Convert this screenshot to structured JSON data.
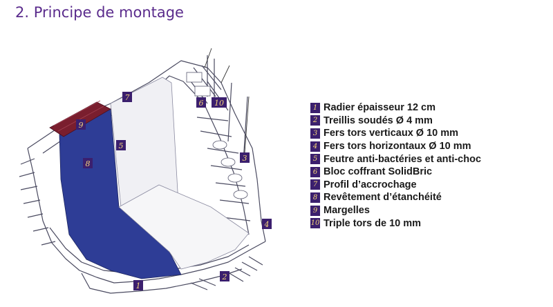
{
  "title": "2. Principe de montage",
  "diagram": {
    "colors": {
      "liner": "#2e3d96",
      "felt": "#f2f2f4",
      "coping": "#7a1e2e",
      "badge": "#3b1f6e",
      "badge_text": "#f2d27a"
    },
    "callouts": [
      "1",
      "2",
      "3",
      "4",
      "5",
      "6",
      "7",
      "8",
      "9",
      "10"
    ]
  },
  "legend": [
    {
      "num": "1",
      "label": "Radier épaisseur 12 cm"
    },
    {
      "num": "2",
      "label": "Treillis soudés Ø 4 mm"
    },
    {
      "num": "3",
      "label": "Fers tors verticaux Ø 10 mm"
    },
    {
      "num": "4",
      "label": "Fers tors horizontaux Ø 10 mm"
    },
    {
      "num": "5",
      "label": "Feutre anti-bactéries et anti-choc"
    },
    {
      "num": "6",
      "label": "Bloc coffrant SolidBric"
    },
    {
      "num": "7",
      "label": "Profil d’accrochage"
    },
    {
      "num": "8",
      "label": "Revêtement d’étanchéité"
    },
    {
      "num": "9",
      "label": "Margelles"
    },
    {
      "num": "10",
      "label": "Triple tors de 10 mm"
    }
  ]
}
